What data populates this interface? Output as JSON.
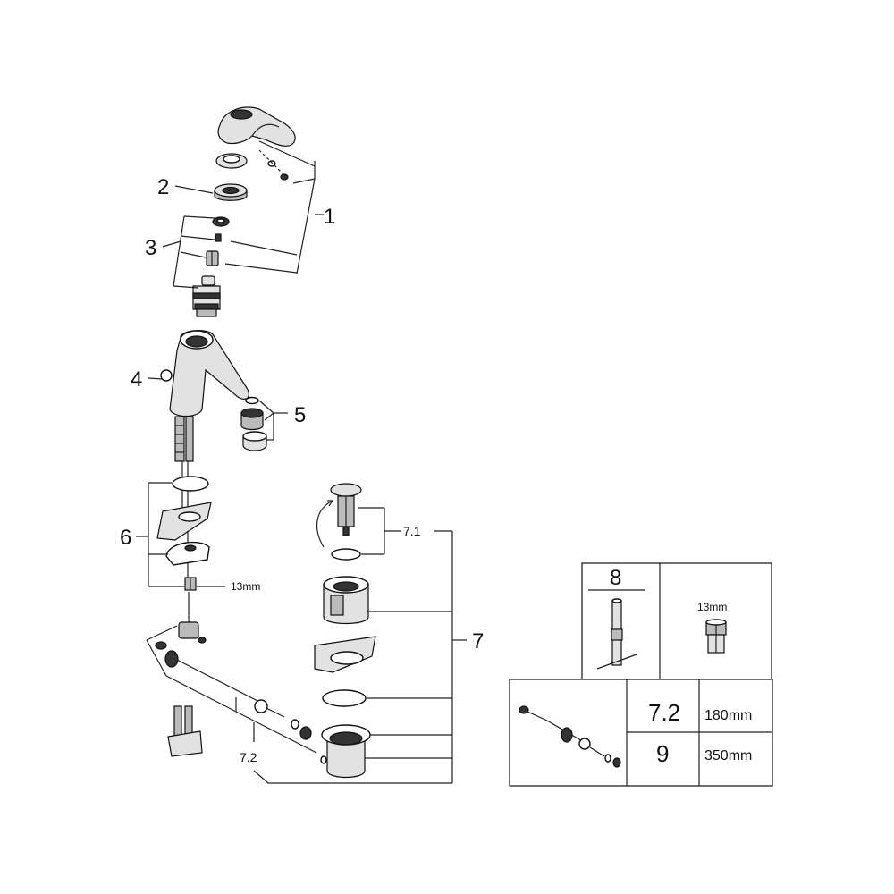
{
  "callouts": {
    "c1": "1",
    "c2": "2",
    "c3": "3",
    "c4": "4",
    "c5": "5",
    "c6": "6",
    "c7": "7",
    "c71": "7.1",
    "c72": "7.2"
  },
  "dims": {
    "nut": "13mm"
  },
  "inset_tool": {
    "number": "8",
    "nut_label": "13mm"
  },
  "inset_table": {
    "rows": [
      {
        "ref": "7.2",
        "length": "180mm"
      },
      {
        "ref": "9",
        "length": "350mm"
      }
    ]
  },
  "icons": [
    "lever-handle",
    "cartridge",
    "spout-body",
    "aerator",
    "pop-up-waste",
    "tool-key",
    "connector-nut",
    "pop-up-rod"
  ]
}
